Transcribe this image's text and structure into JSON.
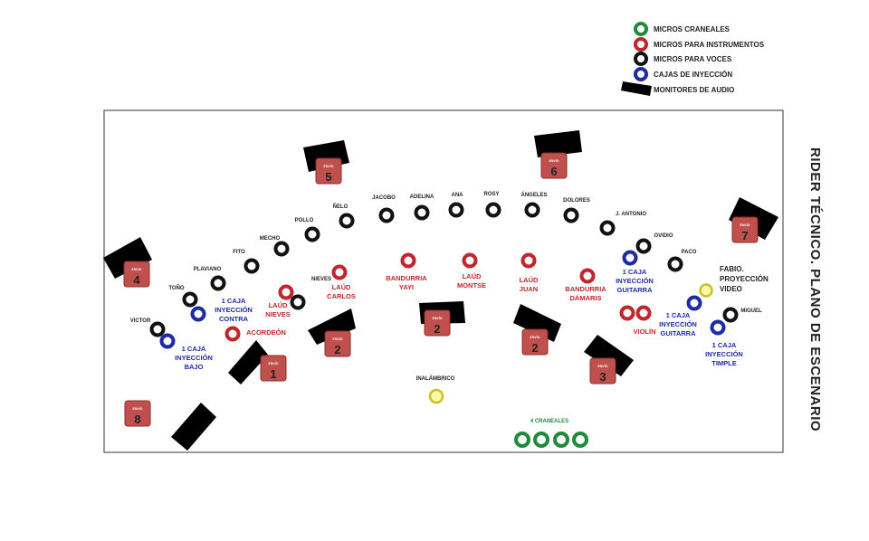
{
  "legend": [
    {
      "label": "MICROS CRANEALES",
      "kind": "ring",
      "color": "#1f8a3c"
    },
    {
      "label": "MICROS PARA INSTRUMENTOS",
      "kind": "ring",
      "color": "#c0262c"
    },
    {
      "label": "MICROS PARA VOCES",
      "kind": "ring",
      "color": "#111111"
    },
    {
      "label": "CAJAS DE INYECCIÓN",
      "kind": "ring",
      "color": "#1c2aa6"
    },
    {
      "label": "MONITORES DE AUDIO",
      "kind": "wedge",
      "color": "#000000"
    }
  ],
  "side_title": "RIDER TÉCNICO. PLANO DE ESCENARIO",
  "colors": {
    "voice": "#111111",
    "instrument": "#c0262c",
    "di_box": "#1c2aa6",
    "cranial": "#1f8a3c",
    "wireless": "#c9c12a",
    "monitor": "#000000",
    "envio_box": "#c0504d"
  },
  "envio_caption": "ENVÍO",
  "envios": [
    "5",
    "6",
    "4",
    "7",
    "2",
    "2",
    "2",
    "1",
    "3",
    "8"
  ],
  "voices": [
    "JACOBO",
    "ADELINA",
    "ANA",
    "ROSY",
    "ÁNGELES",
    "DOLORES",
    "J. ANTONIO",
    "ÑELO",
    "POLLO",
    "MECHO",
    "FITO",
    "PLAVIANO",
    "TOÑO",
    "VICTOR",
    "NIEVES",
    "OVIDIO",
    "PACO",
    "MIGUEL"
  ],
  "instruments": [
    [
      "LAÚD",
      "CARLOS"
    ],
    [
      "BANDURRIA",
      "YAYI"
    ],
    [
      "LAÚD",
      "MONTSE"
    ],
    [
      "LAÚD",
      "JUAN"
    ],
    [
      "BANDURRIA",
      "DÁMARIS"
    ],
    [
      "LAÚD",
      "NIEVES"
    ],
    [
      "ACORDEÓN"
    ],
    [
      "VIOLÍN"
    ]
  ],
  "di_boxes": [
    [
      "1 CAJA",
      "INYECCIÓN",
      "CONTRA"
    ],
    [
      "1 CAJA",
      "INYECCIÓN",
      "BAJO"
    ],
    [
      "1 CAJA",
      "INYECCIÓN",
      "GUITARRA"
    ],
    [
      "1 CAJA",
      "INYECCIÓN",
      "GUITARRA"
    ],
    [
      "1 CAJA",
      "INYECCIÓN",
      "TIMPLE"
    ]
  ],
  "wireless_label": "INALÁMBRICO",
  "projection_label": [
    "FABIO.",
    "PROYECCIÓN",
    "VIDEO"
  ],
  "cranial_label": "4 CRANEALES"
}
